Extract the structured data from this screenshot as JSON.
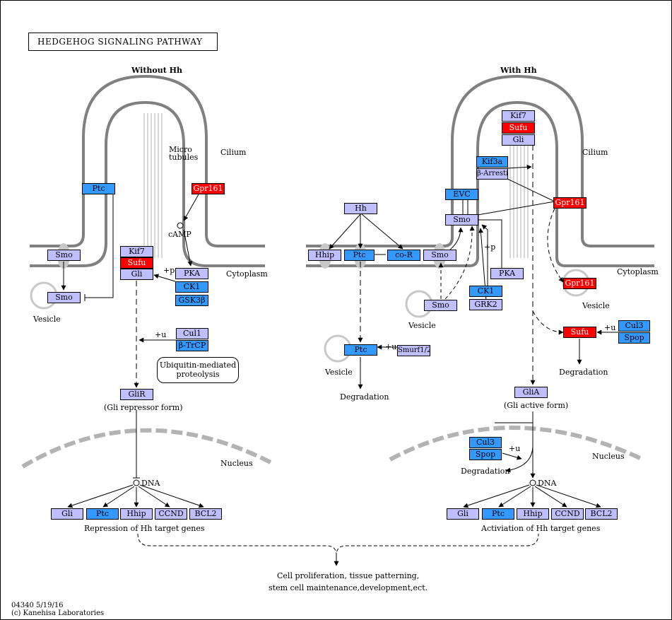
{
  "title": "HEDGEHOG  SIGNALING  PATHWAY",
  "sections": {
    "without": "Without Hh",
    "with": "With Hh"
  },
  "labels": {
    "cilium": "Cilium",
    "cytoplasm": "Cytoplasm",
    "nucleus": "Nucleus",
    "vesicle": "Vesicle",
    "micro": "Micro",
    "tubules": "tubules",
    "camp": "cAMP",
    "plus_p": "+p",
    "plus_u": "+u",
    "ubiq_line1": "Ubiquitin-mediated",
    "ubiq_line2": "proteolysis",
    "gli_repressor": "(Gli repressor form)",
    "gli_active": "(Gli active form)",
    "dna": "DNA",
    "repression": "Repression of Hh target genes",
    "activation": "Activiation  of Hh target genes",
    "degradation": "Degradation",
    "outcome_line1": "Cell proliferation, tissue patterning,",
    "outcome_line2": "stem cell maintenance,development,ect.",
    "footer_line1": "04340 5/19/16",
    "footer_line2": "(c) Kanehisa Laboratories"
  },
  "nodes": {
    "ptc_l": "Ptc",
    "gpr161_l": "Gpr161",
    "smo_l1": "Smo",
    "smo_l2": "Smo",
    "kif7_l": "Kif7",
    "sufu_l": "Sufu",
    "gli_l": "Gli",
    "pka_l": "PKA",
    "ck1_l": "CK1",
    "gsk3b_l": "GSK3β",
    "cul1": "Cul1",
    "btrcp": "β-TrCP",
    "glir": "GliR",
    "t_gli_l": "Gli",
    "t_ptc_l": "Ptc",
    "t_hhip_l": "Hhip",
    "t_ccnd_l": "CCND",
    "t_bcl2_l": "BCL2",
    "hh": "Hh",
    "hhip_r": "Hhip",
    "ptc_r": "Ptc",
    "cor": "co-R",
    "smo_r1": "Smo",
    "evc": "EVC",
    "smo_r2": "Smo",
    "kif3a": "Kif3a",
    "barr": "β-Arrestin",
    "kif7_r": "Kif7",
    "sufu_r": "Sufu",
    "gli_r": "Gli",
    "gpr161_r1": "Gpr161",
    "gpr161_r2": "Gpr161",
    "pka_r": "PKA",
    "ck1_r": "CK1",
    "grk2": "GRK2",
    "smo_r3": "Smo",
    "ptc_r2": "Ptc",
    "smurf": "Smurf1/2",
    "sufu_r2": "Sufu",
    "cul3_a": "Cul3",
    "spop_a": "Spop",
    "glia": "GliA",
    "cul3_b": "Cul3",
    "spop_b": "Spop",
    "t_gli_r": "Gli",
    "t_ptc_r": "Ptc",
    "t_hhip_r": "Hhip",
    "t_ccnd_r": "CCND",
    "t_bcl2_r": "BCL2"
  },
  "colors": {
    "lavender": "#bfbfff",
    "blue": "#3399ff",
    "red": "#ff0000",
    "membrane": "#808080",
    "nucleus": "#b3b3b3"
  }
}
